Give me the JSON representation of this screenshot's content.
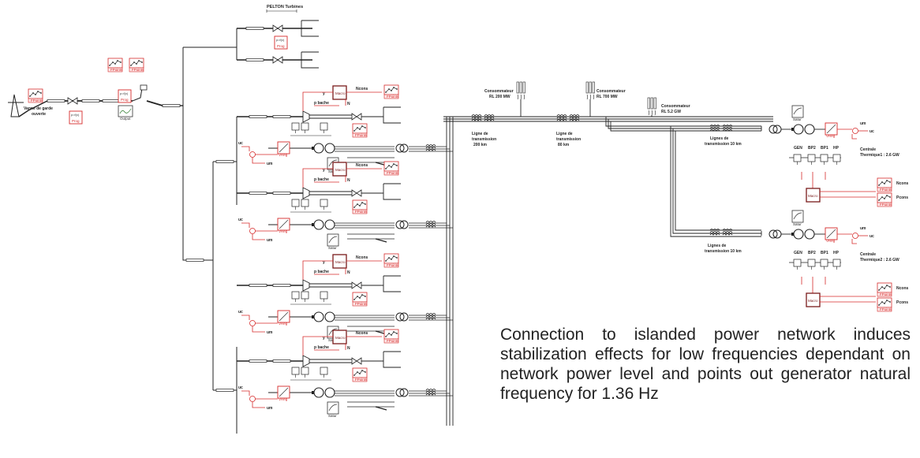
{
  "labels": {
    "pelton_title": "PELTON Turbines",
    "vanne_line1": "Vanne de garde",
    "vanne_line2": "ouverte",
    "fpoints": "FPoints",
    "prog": "Prog",
    "pfx": "p=f(x)",
    "output": "Output",
    "macro": "Macro",
    "vreg": "VReg",
    "satur": "Satur",
    "y": "y",
    "ncons": "Ncons",
    "pbache": "p bache",
    "n": "N",
    "uc": "uc",
    "um": "um",
    "pcons": "Pcons",
    "gen": "GEN",
    "bp2": "BP2",
    "bp1": "BP1",
    "hp": "HP"
  },
  "consumers": [
    {
      "line1": "Consommateur",
      "line2": "RL 200 MW"
    },
    {
      "line1": "Consommateur",
      "line2": "RL 700 MW"
    },
    {
      "line1": "Consommateur",
      "line2": "RL 5.2 GW"
    }
  ],
  "lines": [
    {
      "line1": "Ligne de",
      "line2": "transmission",
      "line3": "200 km"
    },
    {
      "line1": "Ligne de",
      "line2": "transmission",
      "line3": "80 km"
    },
    {
      "line1": "Lignes de",
      "line2": "transmission 10 km",
      "line3": ""
    },
    {
      "line1": "Lignes de",
      "line2": "transmission 10 km",
      "line3": ""
    }
  ],
  "plants": [
    {
      "line1": "Centrale",
      "line2": "Thermique1 : 2.6 GW"
    },
    {
      "line1": "Centrale",
      "line2": "Thermique2 : 2.6 GW"
    }
  ],
  "caption": "Connection to islanded power network induces stabilization effects for low frequencies dependant on network power level and points out generator natural frequency for 1.36 Hz"
}
